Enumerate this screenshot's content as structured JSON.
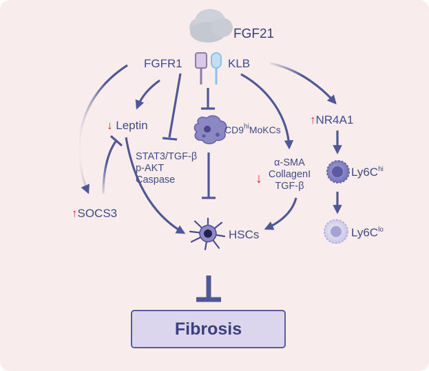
{
  "ligand": {
    "label": "FGF21"
  },
  "receptors": {
    "fgfr1": "FGFR1",
    "klb": "KLB"
  },
  "leptin": {
    "indicator": "↓",
    "label": "Leptin"
  },
  "socs3": {
    "indicator": "↑",
    "label": "SOCS3"
  },
  "signaling": [
    "STAT3/TGF-β",
    "p-AKT",
    "Caspase"
  ],
  "mokcs": {
    "prefix": "CD9",
    "sup": "hi",
    "suffix": "MoKCs"
  },
  "markers": {
    "indicator": "↓",
    "items": [
      "α-SMA",
      "CollagenI",
      "TGF-β"
    ]
  },
  "nr4a1": {
    "indicator": "↑",
    "label": "NR4A1"
  },
  "ly6c_hi": {
    "base": "Ly6C",
    "sup": "hi"
  },
  "ly6c_lo": {
    "base": "Ly6C",
    "sup": "lo"
  },
  "hscs": {
    "label": "HSCs"
  },
  "fibrosis": {
    "label": "Fibrosis"
  },
  "colors": {
    "background": "#f9ecec",
    "arrow": "#4f5894",
    "up_down_indicator": "#e02a2a",
    "fibrosis_fill": "#dcd5ee",
    "fibrosis_border": "#5a5a97"
  }
}
